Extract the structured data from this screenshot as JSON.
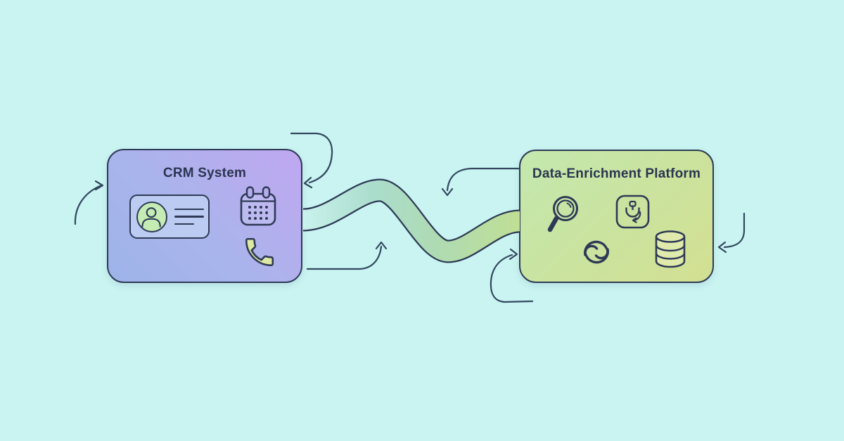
{
  "theme": {
    "bg": "#c9f4f2",
    "outline": "#2e3a55",
    "arrow": "#33475e",
    "text": "#2b3550",
    "left_grad_start": "#c0a7f0",
    "left_grad_end": "#9db4e9",
    "right_grad_start": "#c3e8af",
    "right_grad_end": "#d3e092",
    "pipe_c1": "#c9f2ec",
    "pipe_c2": "#abddcd",
    "pipe_c3": "#aedbb4",
    "pipe_c4": "#c0df95",
    "card_fill": "#bccbf1",
    "avatar_fill": "#c4ecb4",
    "phone_fill": "#dde8a4",
    "db_fill": "#e0eaac"
  },
  "diagram": {
    "left_box": {
      "title": "CRM System",
      "icons": [
        "contact-card-icon",
        "calendar-icon",
        "phone-icon"
      ]
    },
    "right_box": {
      "title": "Data-Enrichment Platform",
      "icons": [
        "magnifier-icon",
        "data-import-icon",
        "sync-icon",
        "database-icon"
      ]
    },
    "connector": {
      "type": "wavy-pipe",
      "from": "CRM System",
      "to": "Data-Enrichment Platform"
    },
    "decorative_arrows": [
      "arrow-into-crm-left-edge",
      "arrow-loop-into-crm-top-right",
      "arrow-down-from-enrich-left",
      "arrow-up-from-crm-bottom-right",
      "arrow-loop-into-enrich-bottom-left",
      "arrow-into-enrich-right-edge"
    ]
  }
}
